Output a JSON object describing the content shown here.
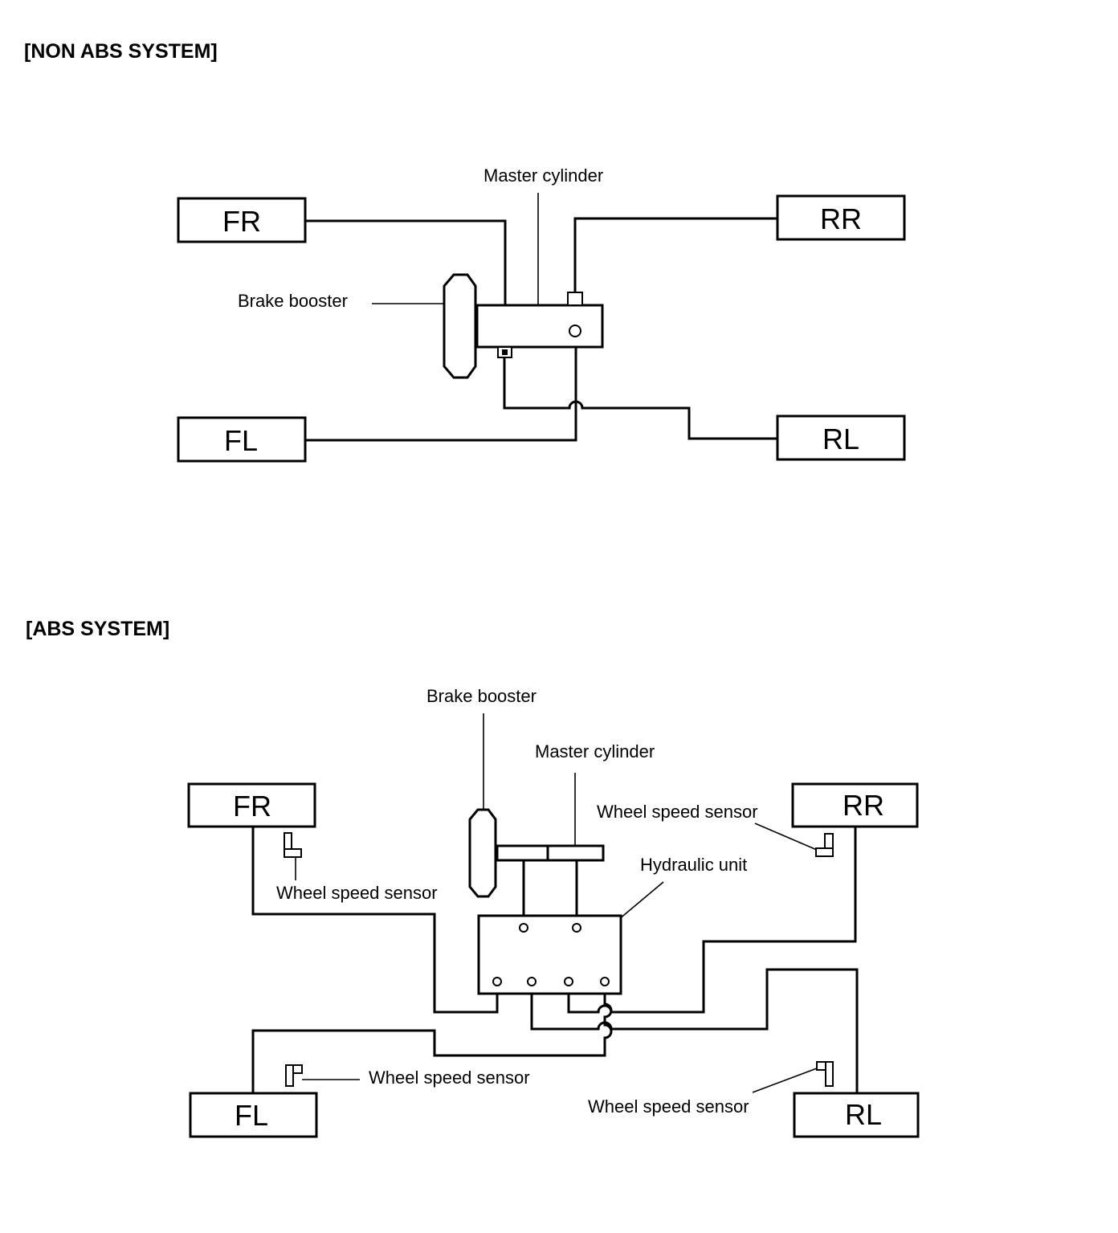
{
  "non_abs": {
    "title": "[NON ABS SYSTEM]",
    "wheels": {
      "fr": "FR",
      "rr": "RR",
      "fl": "FL",
      "rl": "RL"
    },
    "labels": {
      "master_cylinder": "Master cylinder",
      "brake_booster": "Brake booster"
    }
  },
  "abs": {
    "title": "[ABS SYSTEM]",
    "wheels": {
      "fr": "FR",
      "rr": "RR",
      "fl": "FL",
      "rl": "RL"
    },
    "labels": {
      "brake_booster": "Brake booster",
      "master_cylinder": "Master cylinder",
      "hydraulic_unit": "Hydraulic unit",
      "wss_fr": "Wheel speed sensor",
      "wss_rr": "Wheel speed sensor",
      "wss_fl": "Wheel speed sensor",
      "wss_rl": "Wheel speed sensor"
    }
  }
}
